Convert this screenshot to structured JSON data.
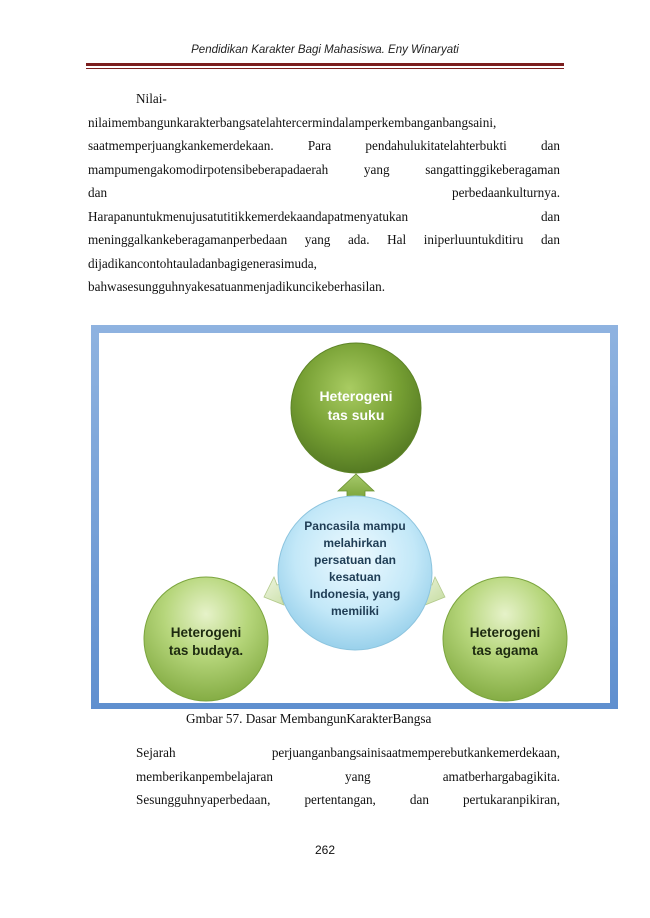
{
  "header": {
    "title": "Pendidikan Karakter Bagi Mahasiswa. Eny Winaryati"
  },
  "paragraph1": [
    [
      "Nilai-"
    ],
    [
      "nilaimembangunkarakterbangsatelahtercermindalamperkembanganbangsaini,"
    ],
    [
      "saatmemperjuangkankemerdekaan.",
      "Para",
      "pendahulukitatelahterbukti",
      "dan"
    ],
    [
      "mampumengakomodirpotensibeberapadaerah",
      "yang",
      "sangattinggikeberagaman"
    ],
    [
      "dan",
      "perbedaankulturnya."
    ],
    [
      "Harapanuntukmenujusatutitikkemerdekaandapatmenyatukan",
      "dan"
    ],
    [
      "meninggalkankeberagamanperbedaan",
      "yang",
      "ada.",
      "Hal",
      "iniperluuntukditiru",
      "dan"
    ],
    [
      "dijadikancontohtauladanbagigenerasimuda,"
    ],
    [
      "bahwasesungguhnyakesatuanmenjadikuncikeberhasilan."
    ]
  ],
  "diagram": {
    "center": [
      "Pancasila mampu",
      "melahirkan",
      "persatuan dan",
      "kesatuan",
      "Indonesia, yang",
      "memiliki"
    ],
    "top": [
      "Heterogeni",
      "tas suku"
    ],
    "left": [
      "Heterogeni",
      "tas budaya."
    ],
    "right": [
      "Heterogeni",
      "tas agama"
    ],
    "colors": {
      "node_green": "#6f9a2e",
      "center_blue": "#bfe6f7",
      "arrow_green": "#7fa646",
      "frame_blue": "#6d9bd6"
    }
  },
  "caption": "Gmbar 57. Dasar MembangunKarakterBangsa",
  "paragraph2": [
    [
      "Sejarah",
      "perjuanganbangsainisaatmemperebutkankemerdekaan,"
    ],
    [
      "memberikanpembelajaran",
      "yang",
      "amatberhargabagikita."
    ],
    [
      "Sesungguhnyaperbedaan,",
      "pertentangan,",
      "dan",
      "pertukaranpikiran,"
    ]
  ],
  "page_number": "262"
}
